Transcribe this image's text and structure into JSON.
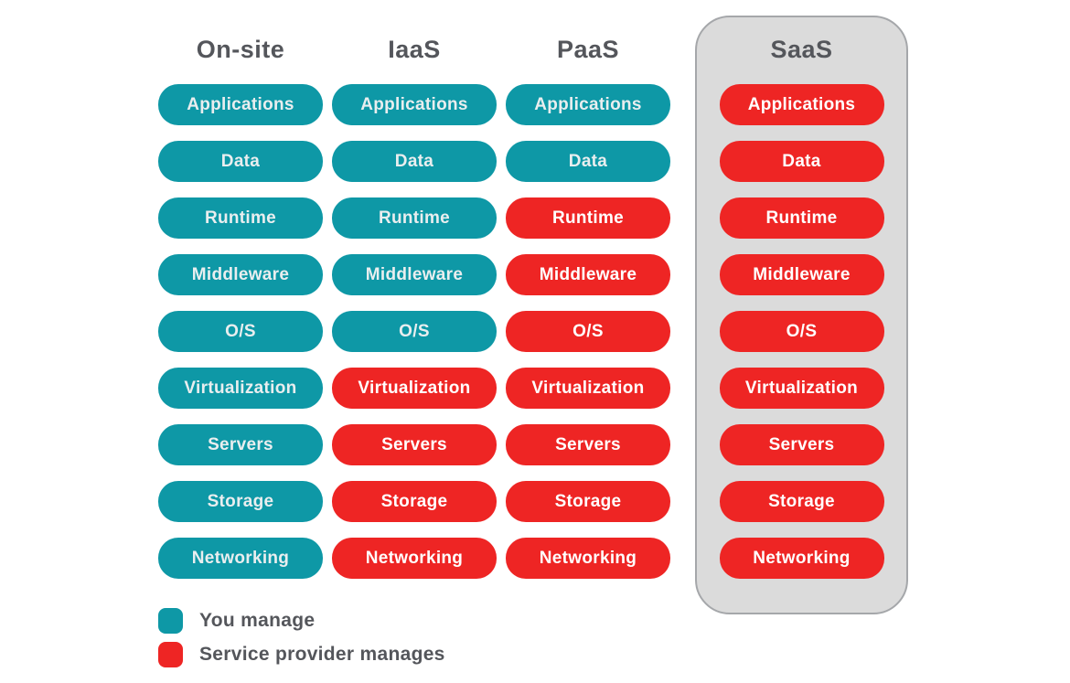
{
  "colors": {
    "page_bg": "#FFFFFF",
    "teal": "#0E98A6",
    "red": "#EE2524",
    "heading_text": "#54565B",
    "pill_text_you": "#E9EEEF",
    "pill_text_provider": "#FFFFFF",
    "saas_container_bg": "#DBDBDB",
    "saas_container_border": "#A5A7AA"
  },
  "columns": [
    {
      "label": "On-site",
      "highlighted": false,
      "cells": [
        {
          "label": "Applications",
          "owner": "you"
        },
        {
          "label": "Data",
          "owner": "you"
        },
        {
          "label": "Runtime",
          "owner": "you"
        },
        {
          "label": "Middleware",
          "owner": "you"
        },
        {
          "label": "O/S",
          "owner": "you"
        },
        {
          "label": "Virtualization",
          "owner": "you"
        },
        {
          "label": "Servers",
          "owner": "you"
        },
        {
          "label": "Storage",
          "owner": "you"
        },
        {
          "label": "Networking",
          "owner": "you"
        }
      ]
    },
    {
      "label": "IaaS",
      "highlighted": false,
      "cells": [
        {
          "label": "Applications",
          "owner": "you"
        },
        {
          "label": "Data",
          "owner": "you"
        },
        {
          "label": "Runtime",
          "owner": "you"
        },
        {
          "label": "Middleware",
          "owner": "you"
        },
        {
          "label": "O/S",
          "owner": "you"
        },
        {
          "label": "Virtualization",
          "owner": "provider"
        },
        {
          "label": "Servers",
          "owner": "provider"
        },
        {
          "label": "Storage",
          "owner": "provider"
        },
        {
          "label": "Networking",
          "owner": "provider"
        }
      ]
    },
    {
      "label": "PaaS",
      "highlighted": false,
      "cells": [
        {
          "label": "Applications",
          "owner": "you"
        },
        {
          "label": "Data",
          "owner": "you"
        },
        {
          "label": "Runtime",
          "owner": "provider"
        },
        {
          "label": "Middleware",
          "owner": "provider"
        },
        {
          "label": "O/S",
          "owner": "provider"
        },
        {
          "label": "Virtualization",
          "owner": "provider"
        },
        {
          "label": "Servers",
          "owner": "provider"
        },
        {
          "label": "Storage",
          "owner": "provider"
        },
        {
          "label": "Networking",
          "owner": "provider"
        }
      ]
    },
    {
      "label": "SaaS",
      "highlighted": true,
      "cells": [
        {
          "label": "Applications",
          "owner": "provider"
        },
        {
          "label": "Data",
          "owner": "provider"
        },
        {
          "label": "Runtime",
          "owner": "provider"
        },
        {
          "label": "Middleware",
          "owner": "provider"
        },
        {
          "label": "O/S",
          "owner": "provider"
        },
        {
          "label": "Virtualization",
          "owner": "provider"
        },
        {
          "label": "Servers",
          "owner": "provider"
        },
        {
          "label": "Storage",
          "owner": "provider"
        },
        {
          "label": "Networking",
          "owner": "provider"
        }
      ]
    }
  ],
  "legend": {
    "items": [
      {
        "label": "You manage",
        "owner": "you"
      },
      {
        "label": "Service provider manages",
        "owner": "provider"
      }
    ]
  }
}
